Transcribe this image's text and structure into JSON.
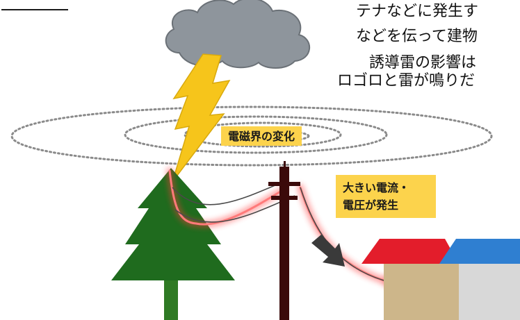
{
  "text": {
    "line1": "テナなどに発生す",
    "line2": "などを伝って建物",
    "line3": "誘導雷の影響は",
    "line4": "ロゴロと雷が鳴りだ"
  },
  "labels": {
    "electromagnetic_change": "電磁界の変化",
    "current_line1": "大きい電流・",
    "current_line2": "電圧が発生"
  },
  "colors": {
    "cloud": "#8e959c",
    "lightning": "#f6c51b",
    "label_bg": "#fcd34c",
    "tree": "#1f6b1e",
    "trunk": "#2f7a24",
    "pole": "#3b0a0a",
    "glow": "#ff3b3b",
    "roof_red": "#e31d2b",
    "roof_blue": "#2f7fd1",
    "house_beige": "#cdb68a",
    "house_gray": "#d8d8d8",
    "arrow": "#3a3a3a"
  }
}
